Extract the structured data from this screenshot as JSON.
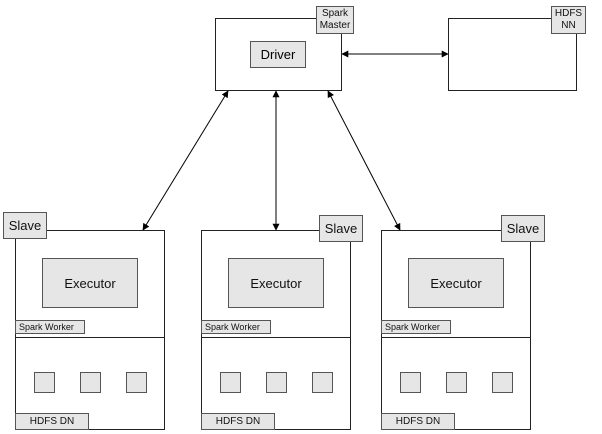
{
  "master": {
    "tag": "Spark\nMaster",
    "driver": "Driver"
  },
  "namenode": {
    "tag": "HDFS\nNN"
  },
  "slaves": [
    {
      "tag": "Slave",
      "executor": "Executor",
      "worker": "Spark Worker",
      "datanode": "HDFS DN"
    },
    {
      "tag": "Slave",
      "executor": "Executor",
      "worker": "Spark Worker",
      "datanode": "HDFS DN"
    },
    {
      "tag": "Slave",
      "executor": "Executor",
      "worker": "Spark Worker",
      "datanode": "HDFS DN"
    }
  ]
}
